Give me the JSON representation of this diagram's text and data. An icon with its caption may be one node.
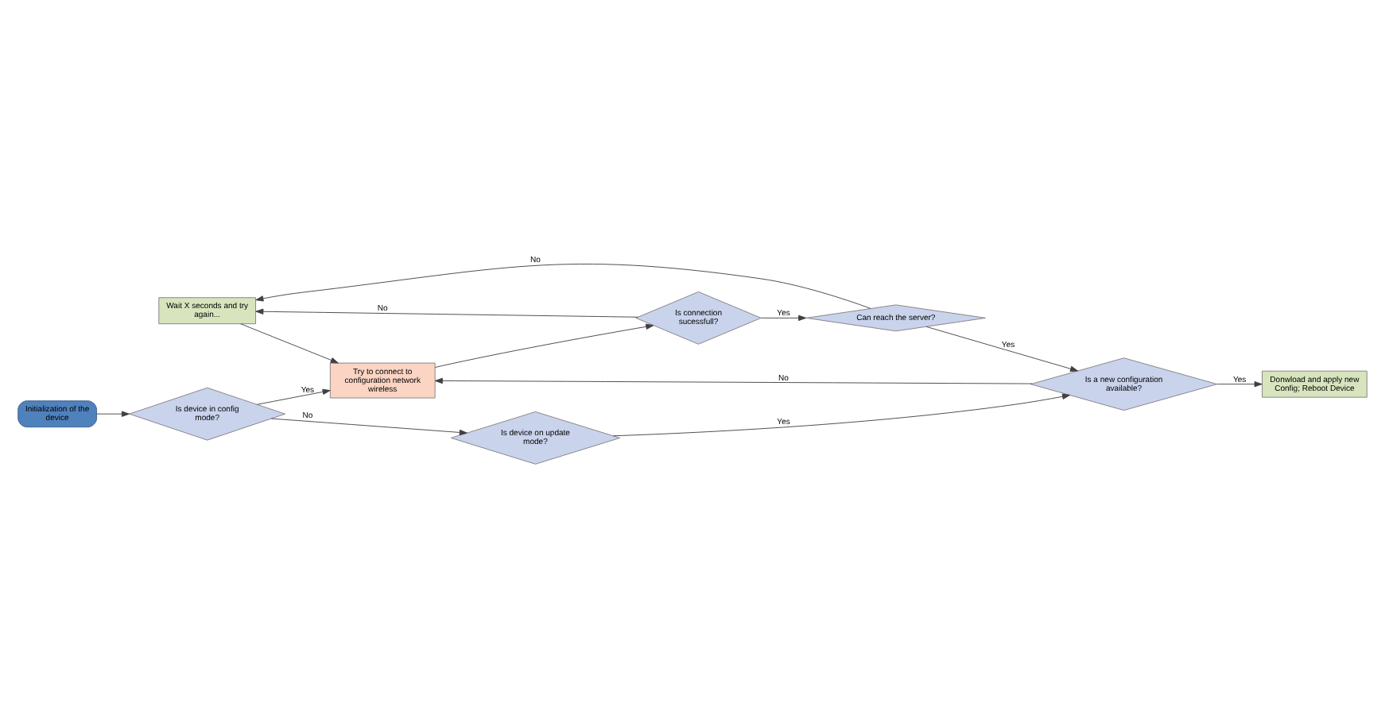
{
  "diagram": {
    "nodes": [
      {
        "text": [
          "Wait X seconds and try again..."
        ]
      },
      {
        "text": [
          "Initialization of the device"
        ]
      },
      {
        "text": [
          "Is device in config mode?"
        ]
      },
      {
        "text": [
          "Try to connect to configuration network wireless"
        ]
      },
      {
        "text": [
          "Is connection sucessfull?"
        ]
      },
      {
        "text": [
          "Is device on update mode?"
        ]
      },
      {
        "text": [
          "Is a new configuration available?"
        ]
      },
      {
        "text": [
          "Can reach the server?"
        ]
      },
      {
        "text": [
          "Donwload and apply new Config; Reboot Device"
        ]
      }
    ],
    "edges": [
      {
        "from": 1,
        "to": 2,
        "arrow": "to"
      },
      {
        "from": 2,
        "to": 3,
        "label": "Yes",
        "arrow": "to"
      },
      {
        "from": 0,
        "to": 3,
        "arrow": "to"
      },
      {
        "from": 3,
        "to": 4,
        "arrow": "to"
      },
      {
        "from": 4,
        "to": 0,
        "label": "No",
        "arrow": "to"
      },
      {
        "from": 2,
        "to": 5,
        "label": "No",
        "arrow": "to"
      },
      {
        "from": 4,
        "to": 7,
        "label": "Yes",
        "arrow": "to"
      },
      {
        "from": 5,
        "to": 6,
        "label": "Yes",
        "arrow": "to"
      },
      {
        "from": 7,
        "to": 6,
        "label": "Yes",
        "arrow": "to"
      },
      {
        "from": 7,
        "to": 0,
        "label": "No",
        "arrow": "to"
      },
      {
        "from": 6,
        "to": 3,
        "label": "No",
        "arrow": "to"
      },
      {
        "from": 6,
        "to": 8,
        "label": "Yes",
        "arrow": "to"
      }
    ]
  }
}
